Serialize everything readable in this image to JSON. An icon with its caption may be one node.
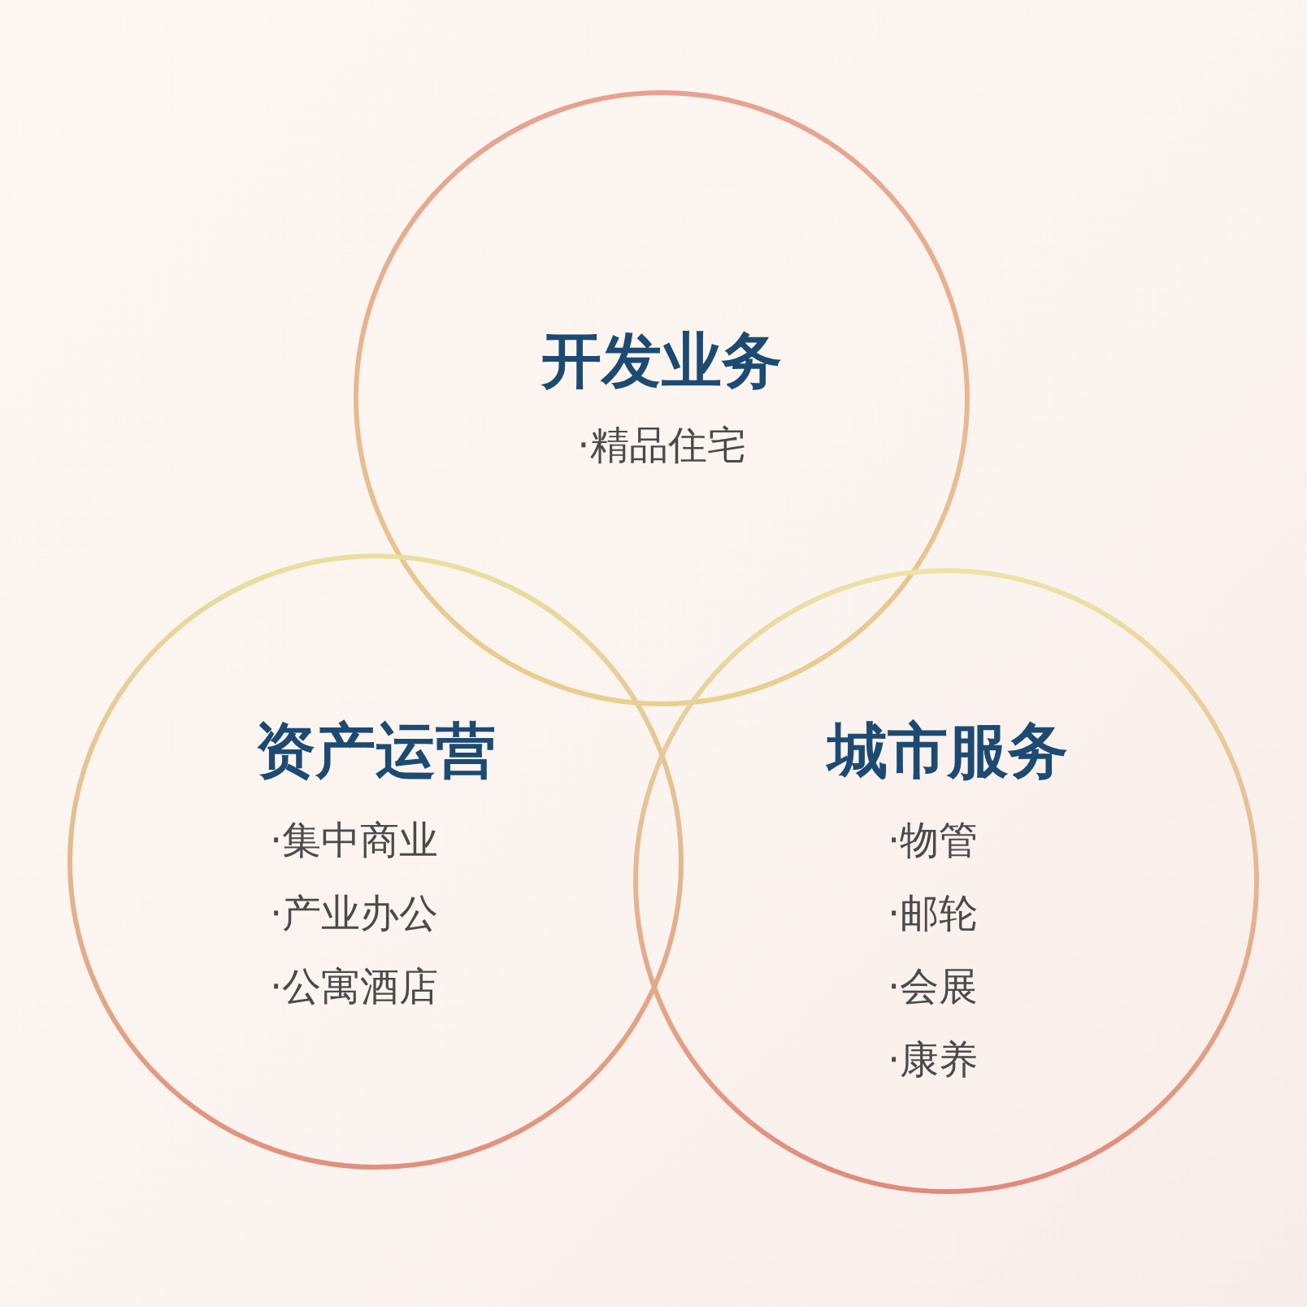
{
  "diagram": {
    "nodes": [
      {
        "text": [
          "开发业务",
          "·精品住宅"
        ]
      },
      {
        "text": [
          "资产运营",
          "·集中商业",
          "·产业办公",
          "·公寓酒店"
        ]
      },
      {
        "text": [
          "城市服务",
          "·物管",
          "·邮轮",
          "·会展",
          "·康养"
        ]
      }
    ]
  }
}
